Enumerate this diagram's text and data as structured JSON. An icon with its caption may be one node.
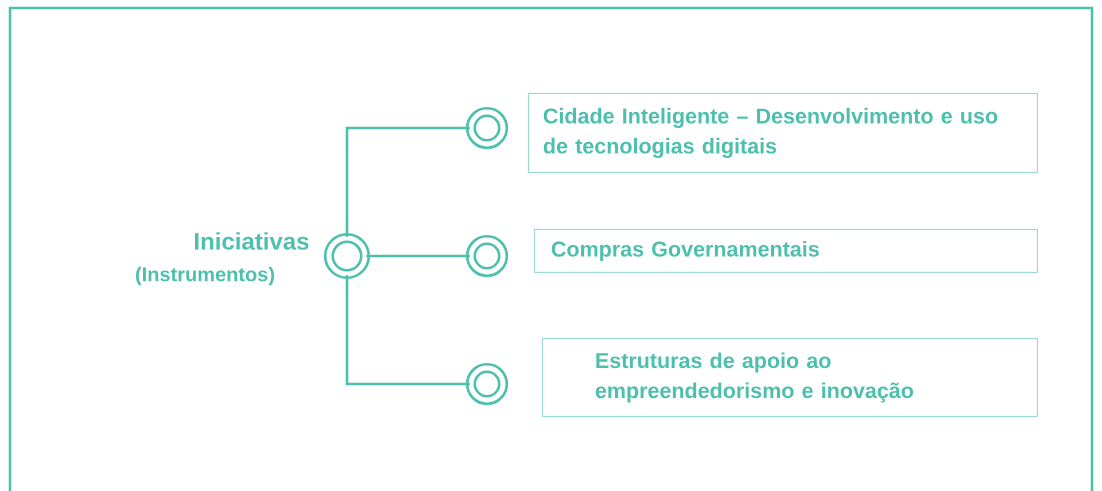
{
  "diagram": {
    "nodes": [
      {
        "text": [],
        "shape": "circle",
        "beside": [
          "Iniciativas",
          "(Instrumentos)"
        ]
      },
      {
        "text": [],
        "shape": "circle"
      },
      {
        "text": [],
        "shape": "circle"
      },
      {
        "text": [],
        "shape": "circle"
      },
      {
        "text": [
          "Cidade Inteligente – Desenvolvimento e uso de tecnologias digitais"
        ]
      },
      {
        "text": [
          "Compras Governamentais"
        ]
      },
      {
        "text": [
          "Estruturas de apoio ao empreendedorismo e inovação"
        ]
      }
    ],
    "edges": [
      {
        "from": 0,
        "to": 1,
        "arrow": "none"
      },
      {
        "from": 0,
        "to": 2,
        "arrow": "none"
      },
      {
        "from": 0,
        "to": 3,
        "arrow": "none"
      }
    ]
  }
}
